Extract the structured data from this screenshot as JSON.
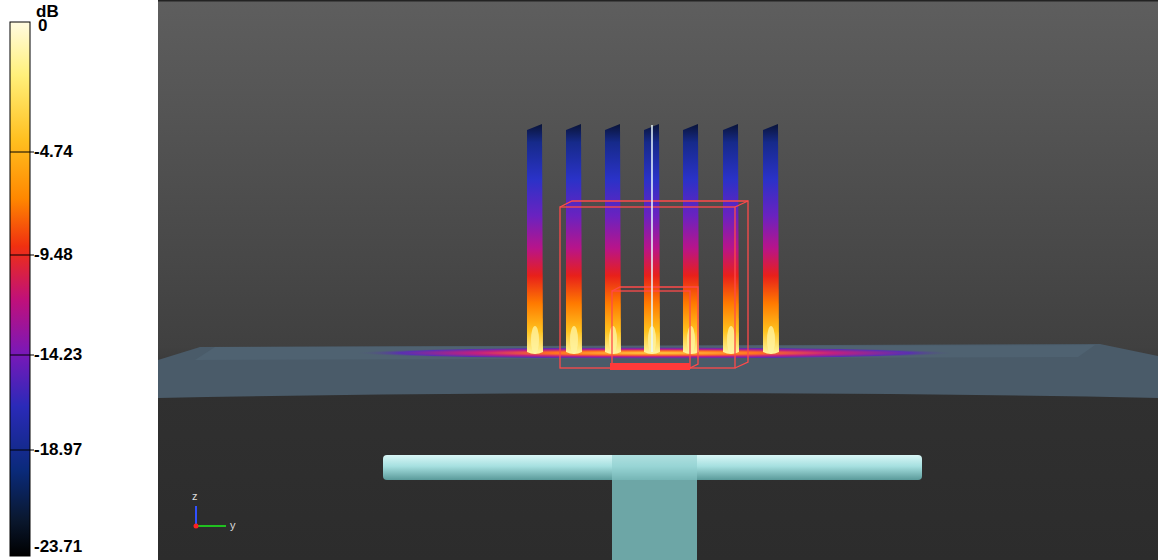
{
  "diagram": {
    "labels": [
      "dB",
      "0",
      "-4.74",
      "-9.48",
      "-14.23",
      "-18.97",
      "-23.71",
      "z",
      "y"
    ]
  }
}
